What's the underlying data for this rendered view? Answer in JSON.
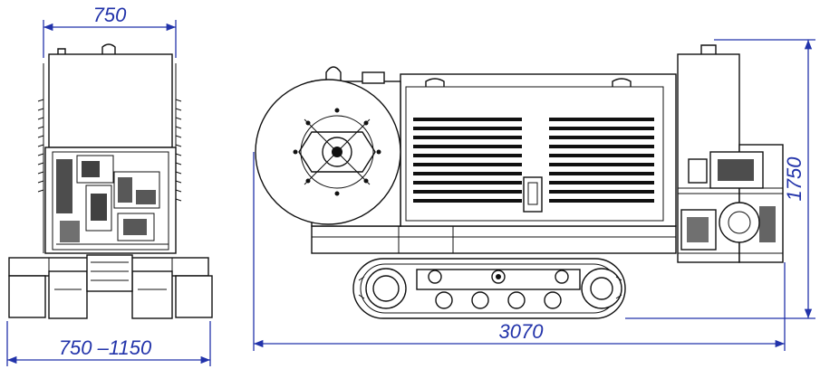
{
  "dimensions": {
    "front_width": "750",
    "track_width_range": "750 –1150",
    "total_length": "3070",
    "total_height": "1750"
  },
  "colors": {
    "dimension_line": "#2233aa",
    "drawing_line": "#111111",
    "background": "#ffffff"
  }
}
